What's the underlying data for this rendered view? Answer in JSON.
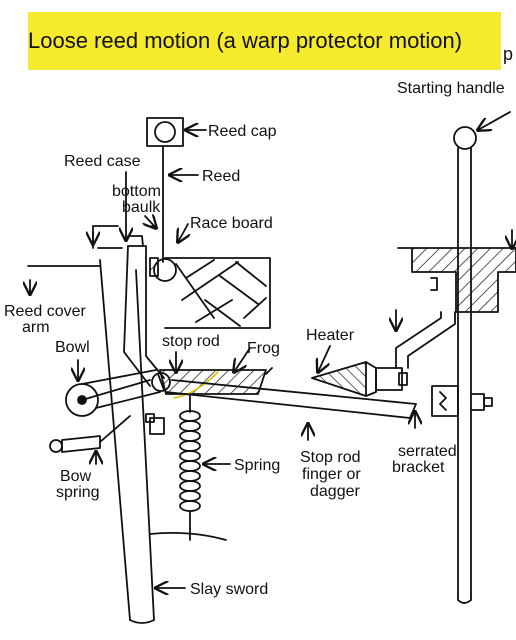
{
  "title": "Loose reed motion (a warp protector motion)",
  "title_cutoff": "p",
  "labels": {
    "reed_cap": "Reed cap",
    "reed_case": "Reed case",
    "reed": "Reed",
    "bottom": "bottom",
    "baulk": "baulk",
    "race_board": "Race board",
    "starting_handle": "Starting handle",
    "reed_cover_1": "Reed cover",
    "reed_cover_2": "arm",
    "bowl": "Bowl",
    "stop_rod": "stop rod",
    "frog": "Frog",
    "heater": "Heater",
    "serrated_1": "serrated",
    "serrated_2": "bracket",
    "bow_1": "Bow",
    "bow_2": "spring",
    "spring": "Spring",
    "stop_rod_finger_1": "Stop rod",
    "stop_rod_finger_2": "finger or",
    "stop_rod_finger_3": "dagger",
    "slay_sword": "Slay sword"
  },
  "colors": {
    "title_highlight": "#f5ea2c",
    "ink": "#111111",
    "frog_accent": "#e0c000"
  }
}
